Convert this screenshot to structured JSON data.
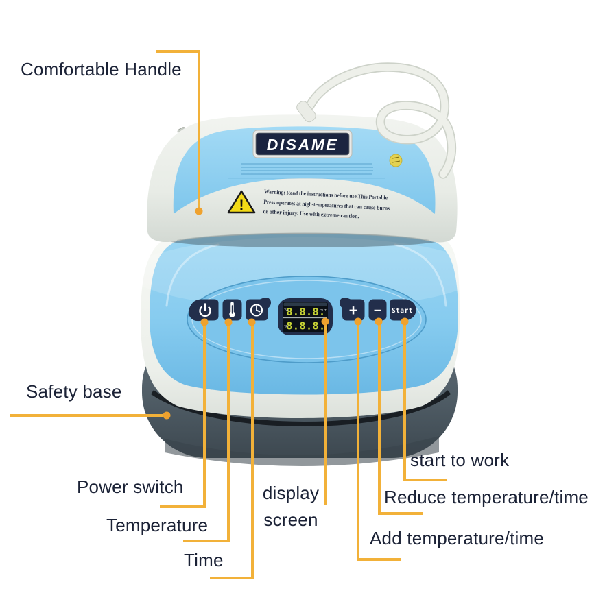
{
  "colors": {
    "accent_line": "#F2B139",
    "accent_dot": "#EFA22E",
    "label_text": "#1B2236",
    "body_blue": "#8CCDEF",
    "handle_blue": "#8FCFF0",
    "button_navy": "#222E4B",
    "base_gray": "#57646E",
    "digit_green": "#C8D435",
    "warning_yellow": "#F2DA16"
  },
  "device": {
    "brand": "DISAME",
    "warning_text": {
      "line1": "Warning: Read the instructions before use.This Portable",
      "line2": "Press operates at high-temperatures that can cause burns",
      "line3": "or other injury. Use with extreme caution."
    },
    "display": {
      "row_top": "8.8.8.",
      "row_bottom": "8.8.8.",
      "unit_top": "°C",
      "unit_bottom": "°F",
      "out_label": "OUT"
    },
    "buttons": {
      "plus": "+",
      "minus": "−",
      "start": "Start"
    }
  },
  "callouts": {
    "comfortable_handle": "Comfortable Handle",
    "safety_base": "Safety base",
    "power_switch": "Power switch",
    "temperature": "Temperature",
    "time": "Time",
    "display_line1": "display",
    "display_line2": "screen",
    "start_to_work": "start to work",
    "reduce": "Reduce temperature/time",
    "add": "Add temperature/time"
  }
}
